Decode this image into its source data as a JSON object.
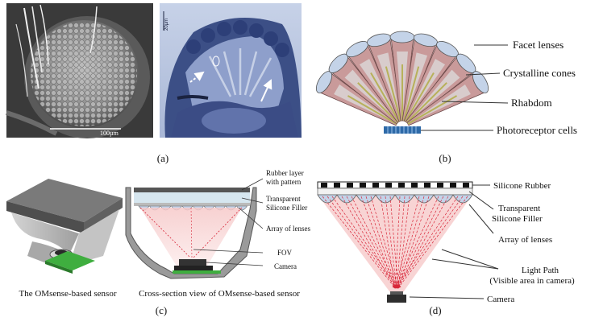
{
  "panels": {
    "a": {
      "label": "(a)",
      "scale_bar": "100µm",
      "micro_scale": "20µm",
      "rhabdom_marker": "0"
    },
    "b": {
      "label": "(b)",
      "labels": [
        "Facet lenses",
        "Crystalline cones",
        "Rhabdom",
        "Photoreceptor cells"
      ]
    },
    "c": {
      "label": "(c)",
      "caption_left": "The OMsense-based sensor",
      "caption_right": "Cross-section view of OMsense-based sensor",
      "labels": {
        "rubber_line1": "Rubber layer",
        "rubber_line2": "with pattern",
        "filler_line1": "Transparent",
        "filler_line2": "Silicone Filler",
        "lenses": "Array of lenses",
        "fov": "FOV",
        "camera": "Camera"
      }
    },
    "d": {
      "label": "(d)",
      "labels": {
        "rubber": "Silicone Rubber",
        "filler_line1": "Transparent",
        "filler_line2": "Silicone Filler",
        "lenses": "Array of lenses",
        "light_line1": "Light Path",
        "light_line2": "(Visible area in camera)",
        "camera": "Camera"
      }
    }
  },
  "colors": {
    "cone_fill": "#c99a9a",
    "cone_inner": "#d9d2d2",
    "lens_fill": "#c4d3e8",
    "rhabdom": "#b7b15a",
    "photoreceptor": "#2e6aa8",
    "light_path": "#f2a6a6",
    "light_ray": "#d8283a",
    "sensor_grey": "#8a8a8a",
    "pcb_green": "#3fae3f"
  }
}
